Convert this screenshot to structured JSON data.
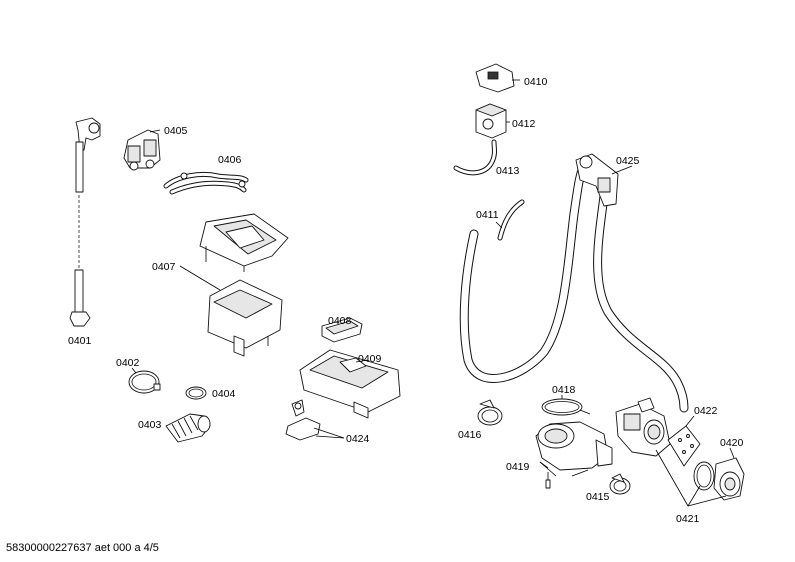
{
  "diagram": {
    "labels": {
      "p0401": "0401",
      "p0402": "0402",
      "p0403": "0403",
      "p0404": "0404",
      "p0405": "0405",
      "p0406": "0406",
      "p0407": "0407",
      "p0408": "0408",
      "p0409": "0409",
      "p0410": "0410",
      "p0411": "0411",
      "p0412": "0412",
      "p0413": "0413",
      "p0415": "0415",
      "p0416": "0416",
      "p0418": "0418",
      "p0419": "0419",
      "p0420": "0420",
      "p0421": "0421",
      "p0422": "0422",
      "p0424": "0424",
      "p0425": "0425"
    }
  },
  "footer": {
    "caption": "58300000227637 aet 000 a 4/5"
  }
}
